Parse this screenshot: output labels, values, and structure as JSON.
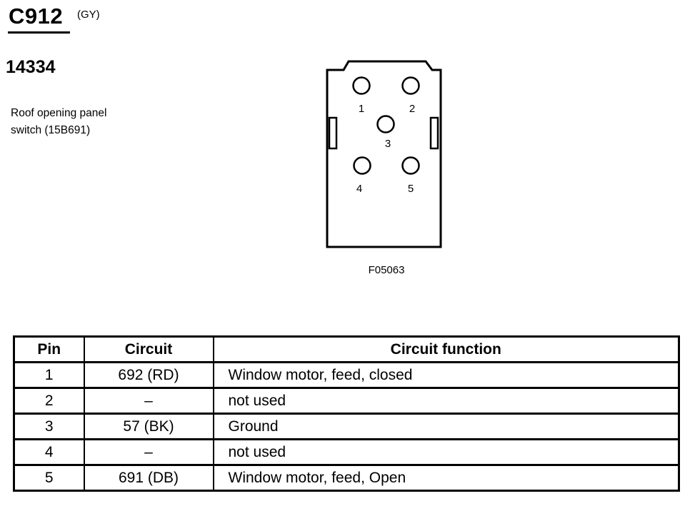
{
  "header": {
    "connector_id": "C912",
    "connector_color": "(GY)",
    "part_number": "14334",
    "component_line1": "Roof opening panel",
    "component_line2": "switch (15B691)"
  },
  "diagram": {
    "figure_id": "F05063",
    "pins": [
      {
        "label": "1"
      },
      {
        "label": "2"
      },
      {
        "label": "3"
      },
      {
        "label": "4"
      },
      {
        "label": "5"
      }
    ]
  },
  "table": {
    "headers": [
      "Pin",
      "Circuit",
      "Circuit function"
    ],
    "rows": [
      {
        "pin": "1",
        "circuit": "692 (RD)",
        "function": "Window motor, feed, closed"
      },
      {
        "pin": "2",
        "circuit": "–",
        "function": "not used"
      },
      {
        "pin": "3",
        "circuit": "57 (BK)",
        "function": "Ground"
      },
      {
        "pin": "4",
        "circuit": "–",
        "function": "not used"
      },
      {
        "pin": "5",
        "circuit": "691 (DB)",
        "function": "Window motor, feed, Open"
      }
    ]
  }
}
